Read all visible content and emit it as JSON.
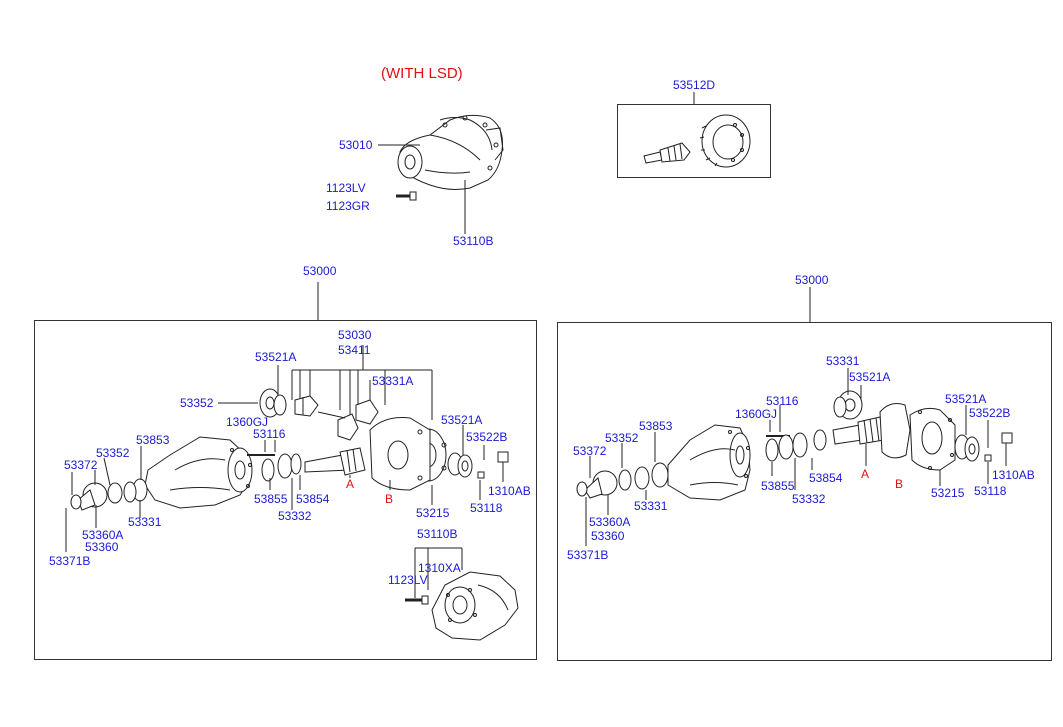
{
  "header": {
    "title": "(WITH LSD)"
  },
  "top_left": {
    "labels": [
      "53010",
      "1123LV",
      "1123GR",
      "53110B"
    ]
  },
  "top_right": {
    "label": "53512D"
  },
  "left_panel": {
    "title": "53000",
    "labels": {
      "l53030": "53030",
      "l53411": "53411",
      "l53521A_a": "53521A",
      "l53331A": "53331A",
      "l53352_a": "53352",
      "l1360GJ": "1360GJ",
      "l53116": "53116",
      "l53521A_b": "53521A",
      "l53853": "53853",
      "l53522B": "53522B",
      "l53352_b": "53352",
      "l53372": "53372",
      "lA": "A",
      "lB": "B",
      "l1310AB": "1310AB",
      "l53855": "53855",
      "l53854": "53854",
      "l53118": "53118",
      "l53332": "53332",
      "l53215": "53215",
      "l53331": "53331",
      "l53360A": "53360A",
      "l53360": "53360",
      "l53110B": "53110B",
      "l53371B": "53371B",
      "l1310XA": "1310XA",
      "l1123LV": "1123LV"
    }
  },
  "right_panel": {
    "title": "53000",
    "labels": {
      "r53331_a": "53331",
      "r53521A_a": "53521A",
      "r53116": "53116",
      "r1360GJ": "1360GJ",
      "r53521A_b": "53521A",
      "r53522B": "53522B",
      "r53853": "53853",
      "r53352": "53352",
      "r53372": "53372",
      "rA": "A",
      "rB": "B",
      "r53854": "53854",
      "r1310AB": "1310AB",
      "r53855": "53855",
      "r53215": "53215",
      "r53118": "53118",
      "r53332": "53332",
      "r53331_b": "53331",
      "r53360A": "53360A",
      "r53360": "53360",
      "r53371B": "53371B"
    }
  }
}
